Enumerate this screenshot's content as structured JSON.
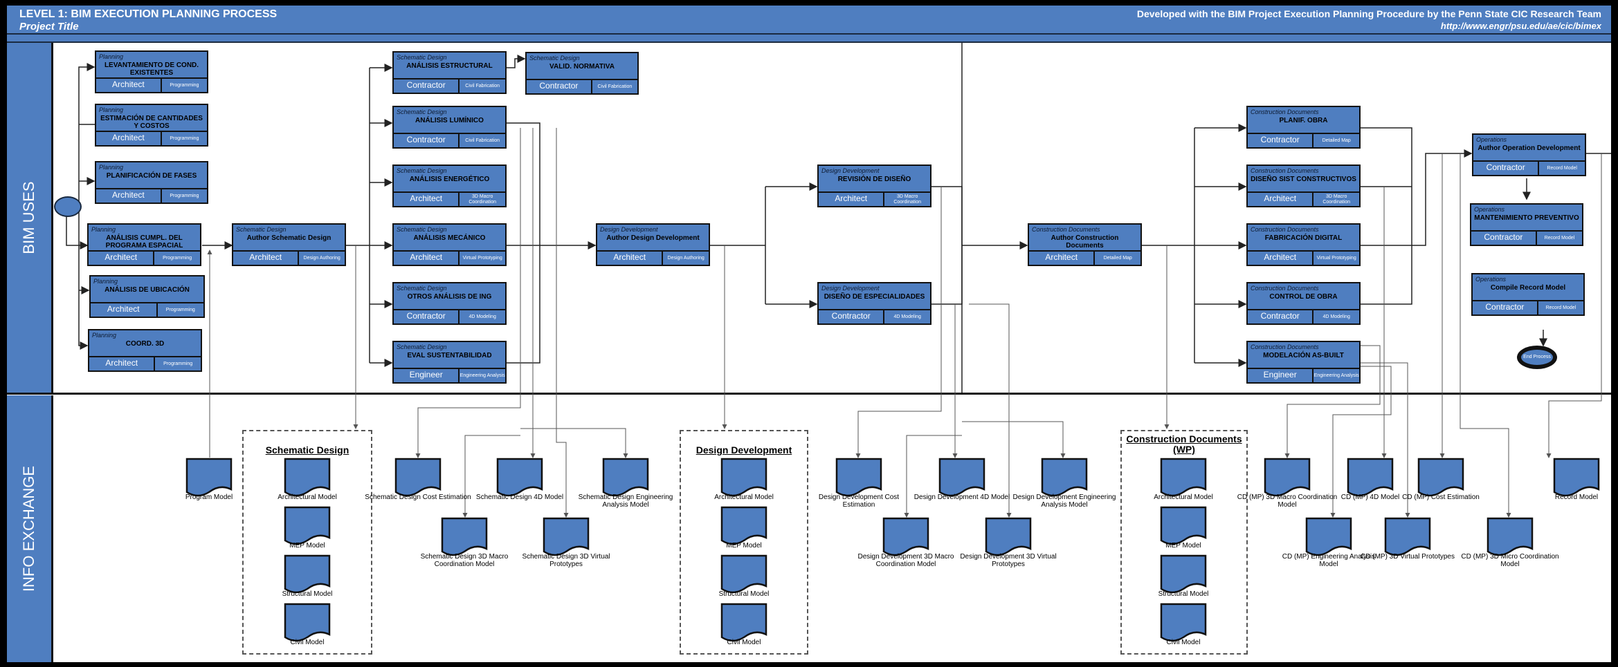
{
  "header": {
    "title": "LEVEL 1:  BIM EXECUTION PLANNING PROCESS",
    "project_title": "Project Title",
    "credit": "Developed with the BIM Project Execution Planning Procedure by the Penn State CIC Research Team",
    "url": "http://www.engr/psu.edu/ae/cic/bimex"
  },
  "lanes": {
    "bim_uses": "BIM USES",
    "info_exchange": "INFO EXCHANGE"
  },
  "process_boxes": [
    {
      "phase": "Planning",
      "name": "LEVANTAMIENTO DE COND. EXISTENTES",
      "role": "Architect",
      "tag": "Programming"
    },
    {
      "phase": "Planning",
      "name": "ESTIMACIÓN DE CANTIDADES Y COSTOS",
      "role": "Architect",
      "tag": "Programming"
    },
    {
      "phase": "Planning",
      "name": "PLANIFICACIÓN DE FASES",
      "role": "Architect",
      "tag": "Programming"
    },
    {
      "phase": "Planning",
      "name": "ANÁLISIS CUMPL. DEL PROGRAMA ESPACIAL",
      "role": "Architect",
      "tag": "Programming"
    },
    {
      "phase": "Planning",
      "name": "ANÁLISIS DE UBICACIÓN",
      "role": "Architect",
      "tag": "Programming"
    },
    {
      "phase": "Planning",
      "name": "COORD. 3D",
      "role": "Architect",
      "tag": "Programming"
    },
    {
      "phase": "Schematic Design",
      "name": "Author Schematic Design",
      "role": "Architect",
      "tag": "Design Authoring"
    },
    {
      "phase": "Schematic Design",
      "name": "ANÁLISIS ESTRUCTURAL",
      "role": "Contractor",
      "tag": "Civil Fabrication"
    },
    {
      "phase": "Schematic Design",
      "name": "VALID. NORMATIVA",
      "role": "Contractor",
      "tag": "Civil Fabrication"
    },
    {
      "phase": "Schematic Design",
      "name": "ANÁLISIS LUMÍNICO",
      "role": "Contractor",
      "tag": "Civil Fabrication"
    },
    {
      "phase": "Schematic Design",
      "name": "ANÁLISIS ENERGÉTICO",
      "role": "Architect",
      "tag": "3D Macro Coordination"
    },
    {
      "phase": "Schematic Design",
      "name": "ANÁLISIS MECÁNICO",
      "role": "Architect",
      "tag": "Virtual Prototyping"
    },
    {
      "phase": "Schematic Design",
      "name": "OTROS ANÁLISIS DE ING",
      "role": "Contractor",
      "tag": "4D Modeling"
    },
    {
      "phase": "Schematic Design",
      "name": "EVAL SUSTENTABILIDAD",
      "role": "Engineer",
      "tag": "Engineering Analysis"
    },
    {
      "phase": "Design Development",
      "name": "Author Design Development",
      "role": "Architect",
      "tag": "Design Authoring"
    },
    {
      "phase": "Design Development",
      "name": "REVISIÓN DE DISEÑO",
      "role": "Architect",
      "tag": "3D Macro Coordination"
    },
    {
      "phase": "Design Development",
      "name": "DISEÑO DE ESPECIALIDADES",
      "role": "Contractor",
      "tag": "4D Modeling"
    },
    {
      "phase": "Construction Documents",
      "name": "Author Construction Documents",
      "role": "Architect",
      "tag": "Detailed Map"
    },
    {
      "phase": "Construction Documents",
      "name": "PLANIF. OBRA",
      "role": "Contractor",
      "tag": "Detailed Map"
    },
    {
      "phase": "Construction Documents",
      "name": "DISEÑO SIST CONSTRUCTIVOS",
      "role": "Architect",
      "tag": "3D Macro Coordination"
    },
    {
      "phase": "Construction Documents",
      "name": "FABRICACIÓN DIGITAL",
      "role": "Architect",
      "tag": "Virtual Prototyping"
    },
    {
      "phase": "Construction Documents",
      "name": "CONTROL DE OBRA",
      "role": "Contractor",
      "tag": "4D Modeling"
    },
    {
      "phase": "Construction Documents",
      "name": "MODELACIÓN AS-BUILT",
      "role": "Engineer",
      "tag": "Engineering Analysis"
    },
    {
      "phase": "Operations",
      "name": "Author Operation Development",
      "role": "Contractor",
      "tag": "Record Model"
    },
    {
      "phase": "Operations",
      "name": "MANTENIMIENTO PREVENTIVO",
      "role": "Contractor",
      "tag": "Record Model"
    },
    {
      "phase": "Operations",
      "name": "Compile Record Model",
      "role": "Contractor",
      "tag": "Record Model"
    }
  ],
  "end_node": "End Process",
  "groups": [
    {
      "title": "Schematic Design",
      "items": [
        "Architectural Model",
        "MEP Model",
        "Structural Model",
        "Civil Model"
      ]
    },
    {
      "title": "Design Development",
      "items": [
        "Architectural Model",
        "MEP Model",
        "Structural Model",
        "Civil Model"
      ]
    },
    {
      "title": "Construction Documents (WP)",
      "items": [
        "Architectural Model",
        "MEP Model",
        "Structural Model",
        "Civil Model"
      ]
    }
  ],
  "documents": [
    "Program Model",
    "Schematic Design Cost Estimation",
    "Schematic Design 4D Model",
    "Schematic Design Engineering Analysis Model",
    "Schematic Design 3D Macro Coordination Model",
    "Schematic Design 3D Virtual Prototypes",
    "Design Development Cost Estimation",
    "Design Development 4D Model",
    "Design Development Engineering Analysis Model",
    "Design Development 3D Macro Coordination Model",
    "Design Development 3D Virtual Prototypes",
    "CD (MP) 3D Macro Coordination Model",
    "CD (MP) 4D Model",
    "CD (MP) Cost Estimation",
    "Record Model",
    "CD (MP) Engineering Analysis Model",
    "CD (MP) 3D Virtual Prototypes",
    "CD (MP) 3D Micro Coordination Model"
  ],
  "colors": {
    "box": "#4f7ec0",
    "border": "#111111",
    "background": "#ffffff"
  }
}
